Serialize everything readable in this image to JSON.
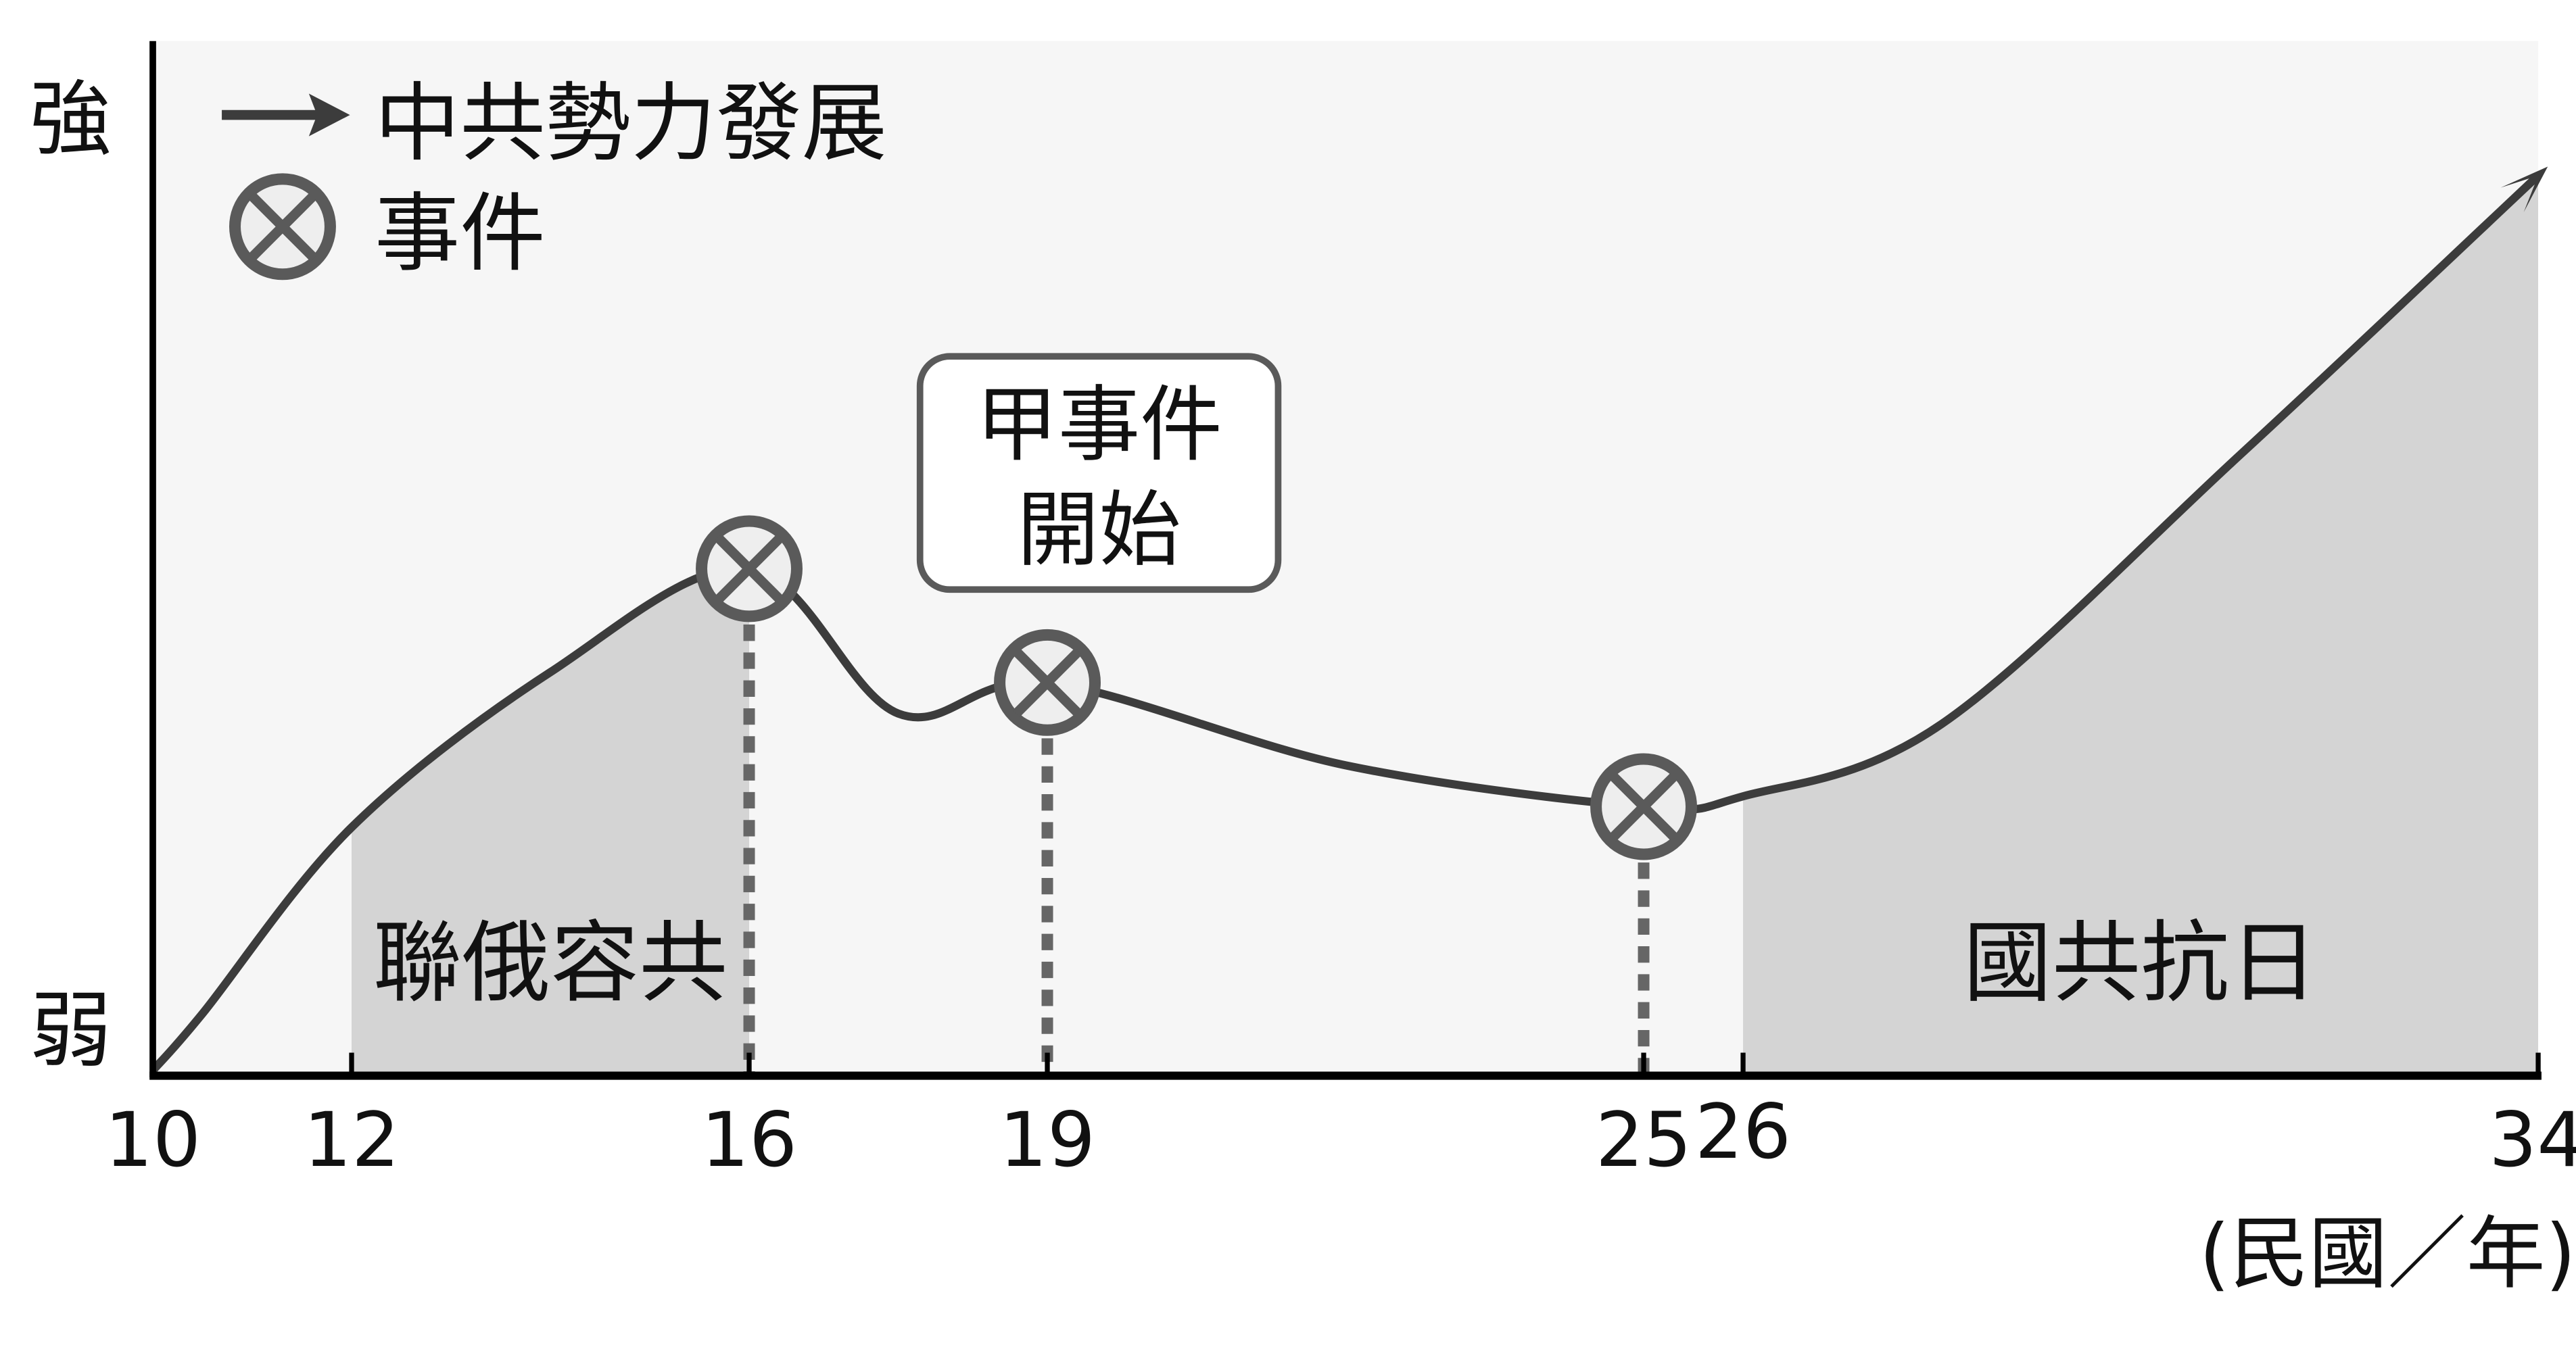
{
  "chart_data": {
    "type": "line",
    "title": "",
    "xlabel": "(民國／年)",
    "ylabel_top": "強",
    "ylabel_bottom": "弱",
    "xlim": [
      10,
      34
    ],
    "ylim": [
      0,
      100
    ],
    "x_ticks": [
      10,
      12,
      16,
      19,
      25,
      26,
      34
    ],
    "x_tick_labels": [
      "10",
      "12",
      "16",
      "19",
      "25",
      "26",
      "34"
    ],
    "series": [
      {
        "name": "中共勢力發展",
        "x": [
          10,
          10.5,
          12,
          14,
          16,
          17.5,
          19,
          22,
          25,
          26,
          28,
          31,
          34
        ],
        "y": [
          0.5,
          6,
          24,
          39,
          49,
          35,
          38,
          30,
          26,
          27,
          34,
          60,
          87
        ]
      }
    ],
    "events": [
      {
        "year": 16
      },
      {
        "year": 19,
        "callout": [
          "甲事件",
          "開始"
        ]
      },
      {
        "year": 25
      }
    ],
    "periods": [
      {
        "label": "聯俄容共",
        "from": 12,
        "to": 16
      },
      {
        "label": "國共抗日",
        "from": 26,
        "to": 34
      }
    ],
    "legend": {
      "placement": "top-left",
      "line_label": "中共勢力發展",
      "event_label": "事件"
    },
    "grid": false,
    "colors": {
      "panel": "#f6f6f6",
      "shade": "#d4d4d4",
      "line": "#3c3c3c",
      "marker": "#5a5a5a"
    }
  }
}
